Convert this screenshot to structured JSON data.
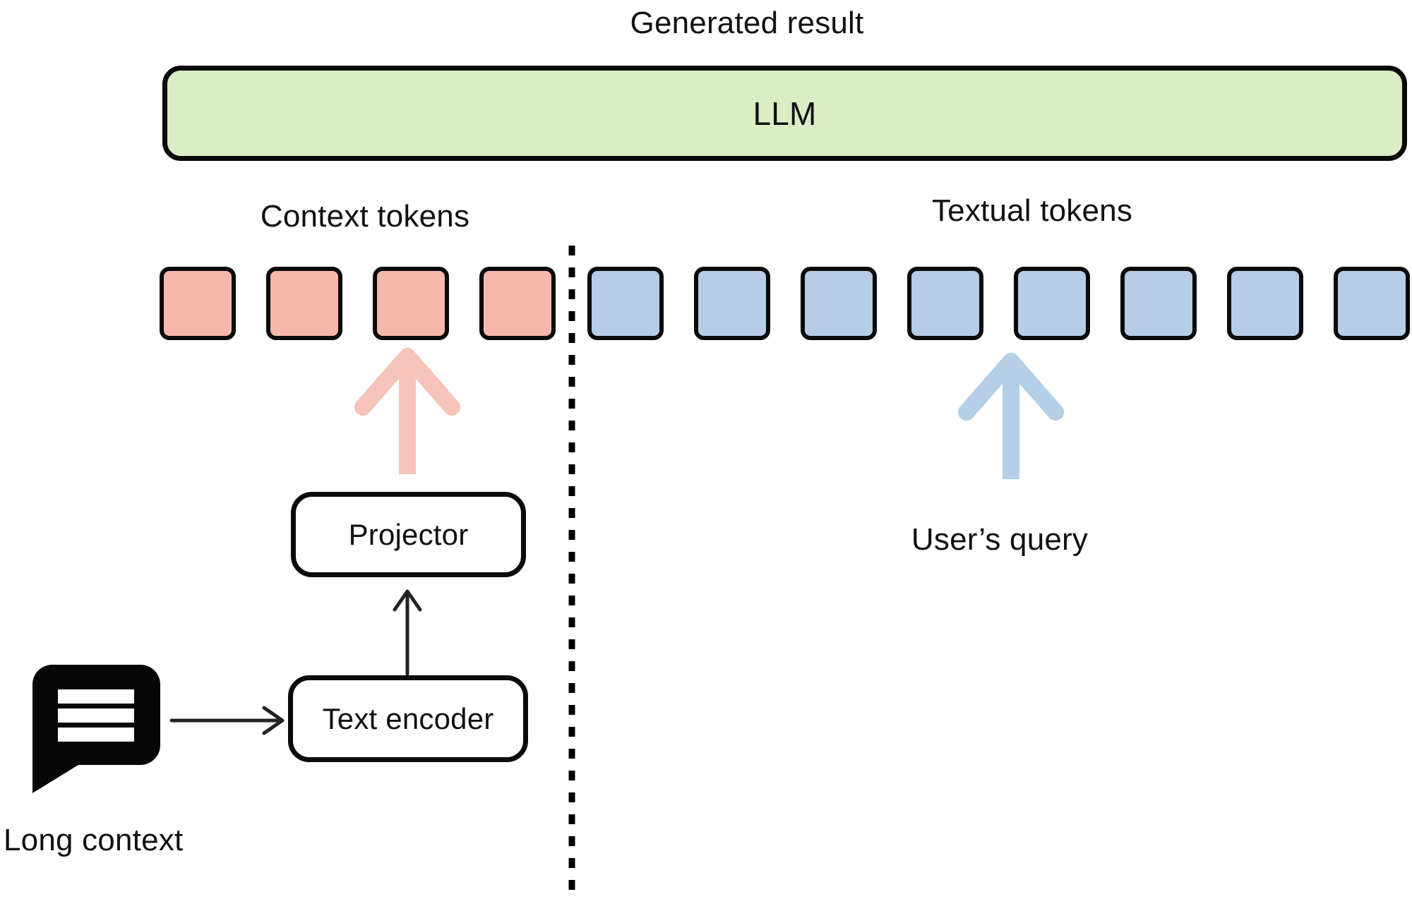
{
  "title": "Generated result",
  "llm_box": {
    "label": "LLM"
  },
  "token_groups": {
    "context": {
      "label": "Context tokens",
      "count": 4,
      "color": "#F6B8AC"
    },
    "textual": {
      "label": "Textual tokens",
      "count": 8,
      "color": "#B5CDE6"
    }
  },
  "nodes": {
    "projector": {
      "label": "Projector"
    },
    "text_encoder": {
      "label": "Text encoder"
    }
  },
  "annotations": {
    "users_query": "User’s query",
    "long_context": "Long context"
  },
  "icons": {
    "long_context_input": "speech-bubble-with-text-lines-icon",
    "context_flow": "pink-up-arrow-icon",
    "query_flow": "blue-up-arrow-icon",
    "encoder_to_projector": "thin-up-arrow-icon",
    "context_to_encoder": "thin-right-arrow-icon",
    "separator": "vertical-dashed-divider"
  },
  "colors": {
    "green_fill": "#DBEDC4",
    "pink_token": "#F6B8AC",
    "blue_token": "#B5CDE6",
    "pink_arrow": "#F6C4B9",
    "blue_arrow": "#B4CFE6",
    "outline": "#0a0a0a"
  }
}
